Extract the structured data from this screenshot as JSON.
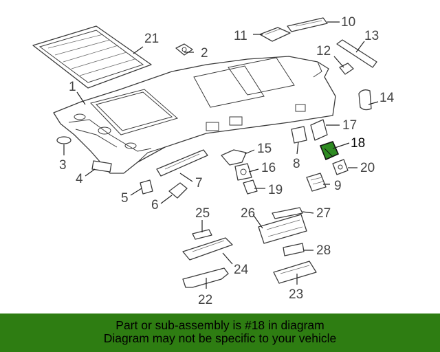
{
  "diagram": {
    "labels": {
      "p1": "1",
      "p2": "2",
      "p3": "3",
      "p4": "4",
      "p5": "5",
      "p6": "6",
      "p7": "7",
      "p8": "8",
      "p9": "9",
      "p10": "10",
      "p11": "11",
      "p12": "12",
      "p13": "13",
      "p14": "14",
      "p15": "15",
      "p16": "16",
      "p17": "17",
      "p18": "18",
      "p19": "19",
      "p20": "20",
      "p21": "21",
      "p22": "22",
      "p23": "23",
      "p24": "24",
      "p25": "25",
      "p26": "26",
      "p27": "27",
      "p28": "28"
    },
    "highlighted_part": "18",
    "highlight_color": "#2e8b22"
  },
  "banner": {
    "line1": "Part or sub-assembly is #18 in diagram",
    "line2": "Diagram may not be specific to your vehicle",
    "background": "#2e7d12"
  }
}
